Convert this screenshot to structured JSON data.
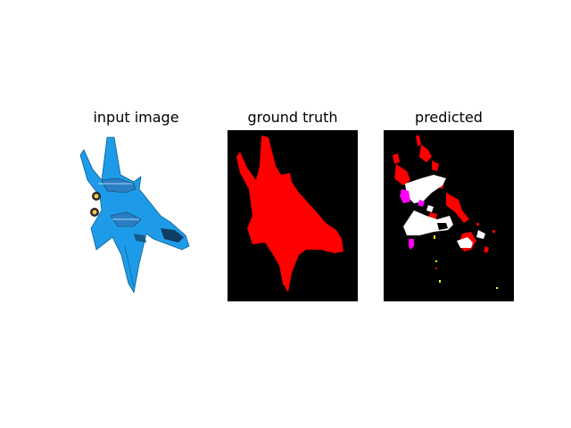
{
  "panels": [
    {
      "title": "input image"
    },
    {
      "title": "ground truth"
    },
    {
      "title": "predicted"
    }
  ],
  "colors": {
    "background": "#ffffff",
    "mask_background": "#000000",
    "class_red": "#ff0000",
    "class_white": "#ffffff",
    "class_magenta": "#ff00ff",
    "class_yellow": "#ffff00",
    "jet_blue": "#1e9be8"
  }
}
